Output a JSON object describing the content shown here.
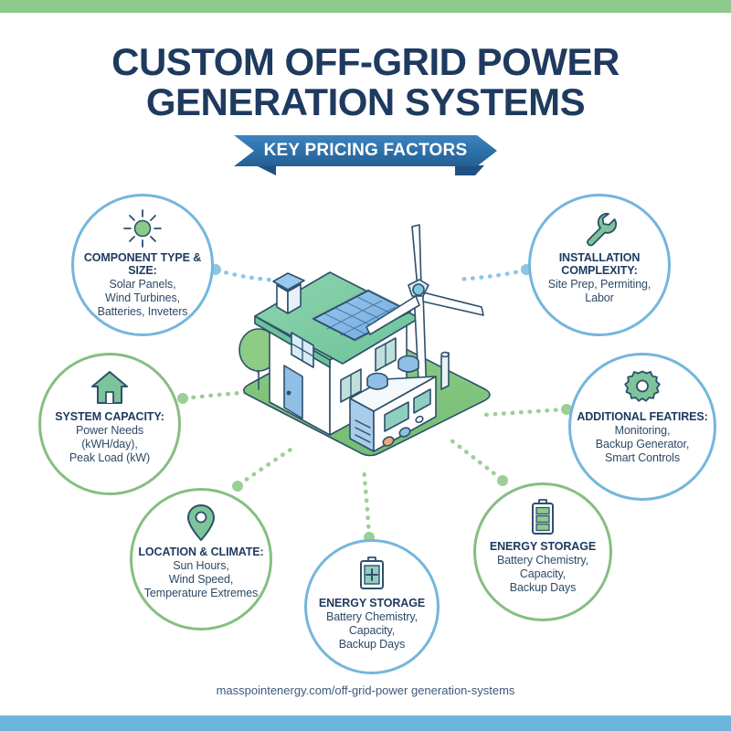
{
  "theme": {
    "navy": "#1e3a5f",
    "blue_accent": "#2c6fa8",
    "circle_blue": "#74b6dd",
    "circle_green": "#85bf80",
    "top_bar": "#8cc98a",
    "bottom_bar": "#6cb6de"
  },
  "header": {
    "title_line1": "CUSTOM OFF-GRID POWER",
    "title_line2": "GENERATION SYSTEMS",
    "ribbon_label": "KEY PRICING FACTORS"
  },
  "factors": [
    {
      "id": "component-type-size",
      "icon": "sun-icon",
      "ring": "blue",
      "title": "COMPONENT TYPE & SIZE:",
      "body": "Solar Panels,\nWind Turbines,\nBatteries, Inveters"
    },
    {
      "id": "installation-complexity",
      "icon": "wrench-icon",
      "ring": "blue",
      "title": "INSTALLATION\nCOMPLEXITY:",
      "body": "Site Prep, Permiting,\nLabor"
    },
    {
      "id": "system-capacity",
      "icon": "house-icon",
      "ring": "green",
      "title": "SYSTEM CAPACITY:",
      "body": "Power Needs\n(kWH/day),\nPeak Load (kW)"
    },
    {
      "id": "additional-features",
      "icon": "gear-icon",
      "ring": "blue",
      "title": "ADDITIONAL FEATIRES:",
      "body": "Monitoring,\nBackup Generator,\nSmart Controls"
    },
    {
      "id": "location-climate",
      "icon": "map-pin-icon",
      "ring": "green",
      "title": "LOCATION & CLIMATE:",
      "body": "Sun Hours,\nWind Speed,\nTemperature Extremes"
    },
    {
      "id": "energy-storage-center",
      "icon": "battery-plus-icon",
      "ring": "blue",
      "title": "ENERGY STORAGE",
      "body": "Battery Chemistry,\nCapacity,\nBackup Days"
    },
    {
      "id": "energy-storage-right",
      "icon": "battery-bars-icon",
      "ring": "green",
      "title": "ENERGY STORAGE",
      "body": "Battery Chemistry,\nCapacity,\nBackup Days"
    }
  ],
  "illustration": {
    "name": "off-grid-house-illustration",
    "elements": [
      "house",
      "solar-panel-array",
      "wind-turbine",
      "generator",
      "tree",
      "chimney",
      "ground-platform"
    ],
    "solar_panel_rows": 4,
    "solar_panel_cols": 5
  },
  "footer": {
    "url": "masspointenergy.com/off-grid-power generation-systems"
  }
}
